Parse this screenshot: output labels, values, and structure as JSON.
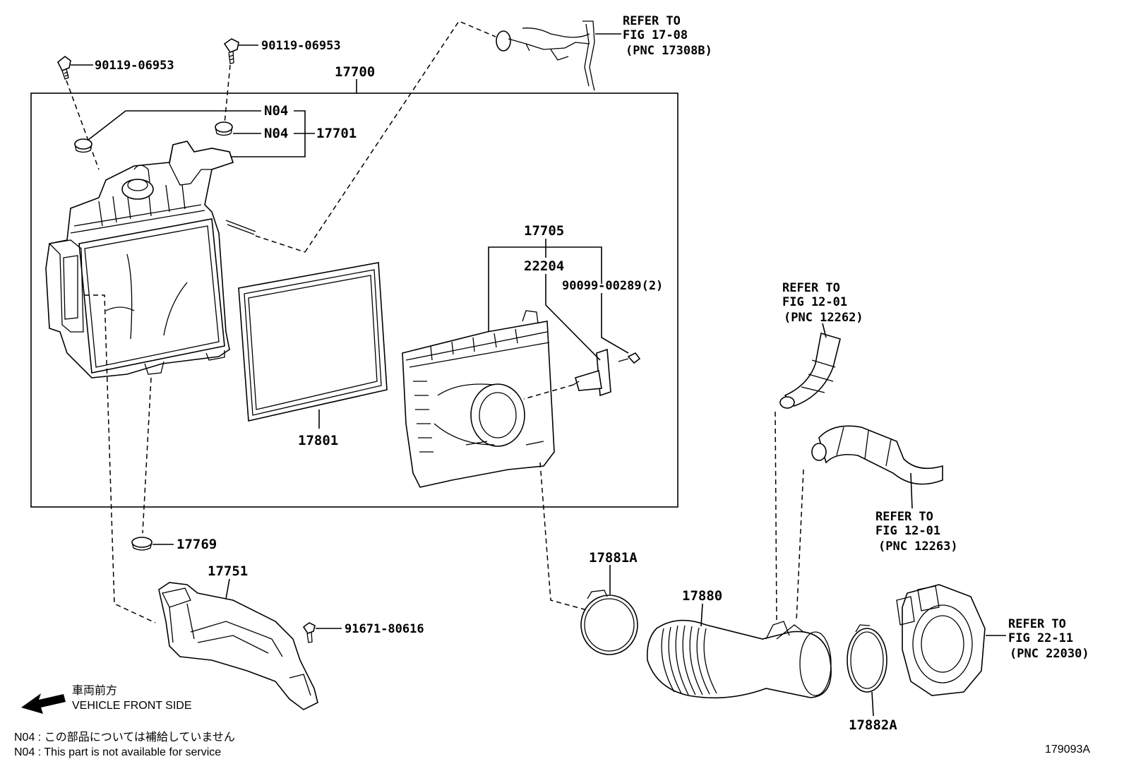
{
  "labels": {
    "bolt_a": "90119-06953",
    "bolt_b": "90119-06953",
    "assy": "17700",
    "n04_a": "N04",
    "n04_b": "N04",
    "case_sub": "17701",
    "refer_a": [
      "REFER TO",
      "FIG 17-08",
      "(PNC 17308B)"
    ],
    "cap_assy": "17705",
    "sensor": "22204",
    "screw": "90099-00289(2)",
    "filter": "17801",
    "refer_b": [
      "REFER TO",
      "FIG 12-01",
      "(PNC 12262)"
    ],
    "refer_c": [
      "REFER TO",
      "FIG 12-01",
      "(PNC 12263)"
    ],
    "grommet": "17769",
    "duct": "17751",
    "bolt_c": "91671-80616",
    "clamp_a": "17881A",
    "hose": "17880",
    "clamp_b": "17882A",
    "refer_d": [
      "REFER TO",
      "FIG 22-11",
      "(PNC 22030)"
    ]
  },
  "legend": {
    "front_jp": "車両前方",
    "front_en": "VEHICLE FRONT SIDE",
    "note_jp": "N04 : この部品については補給していません",
    "note_en": "N04 : This part is not available for service",
    "figure_id": "179093A"
  }
}
